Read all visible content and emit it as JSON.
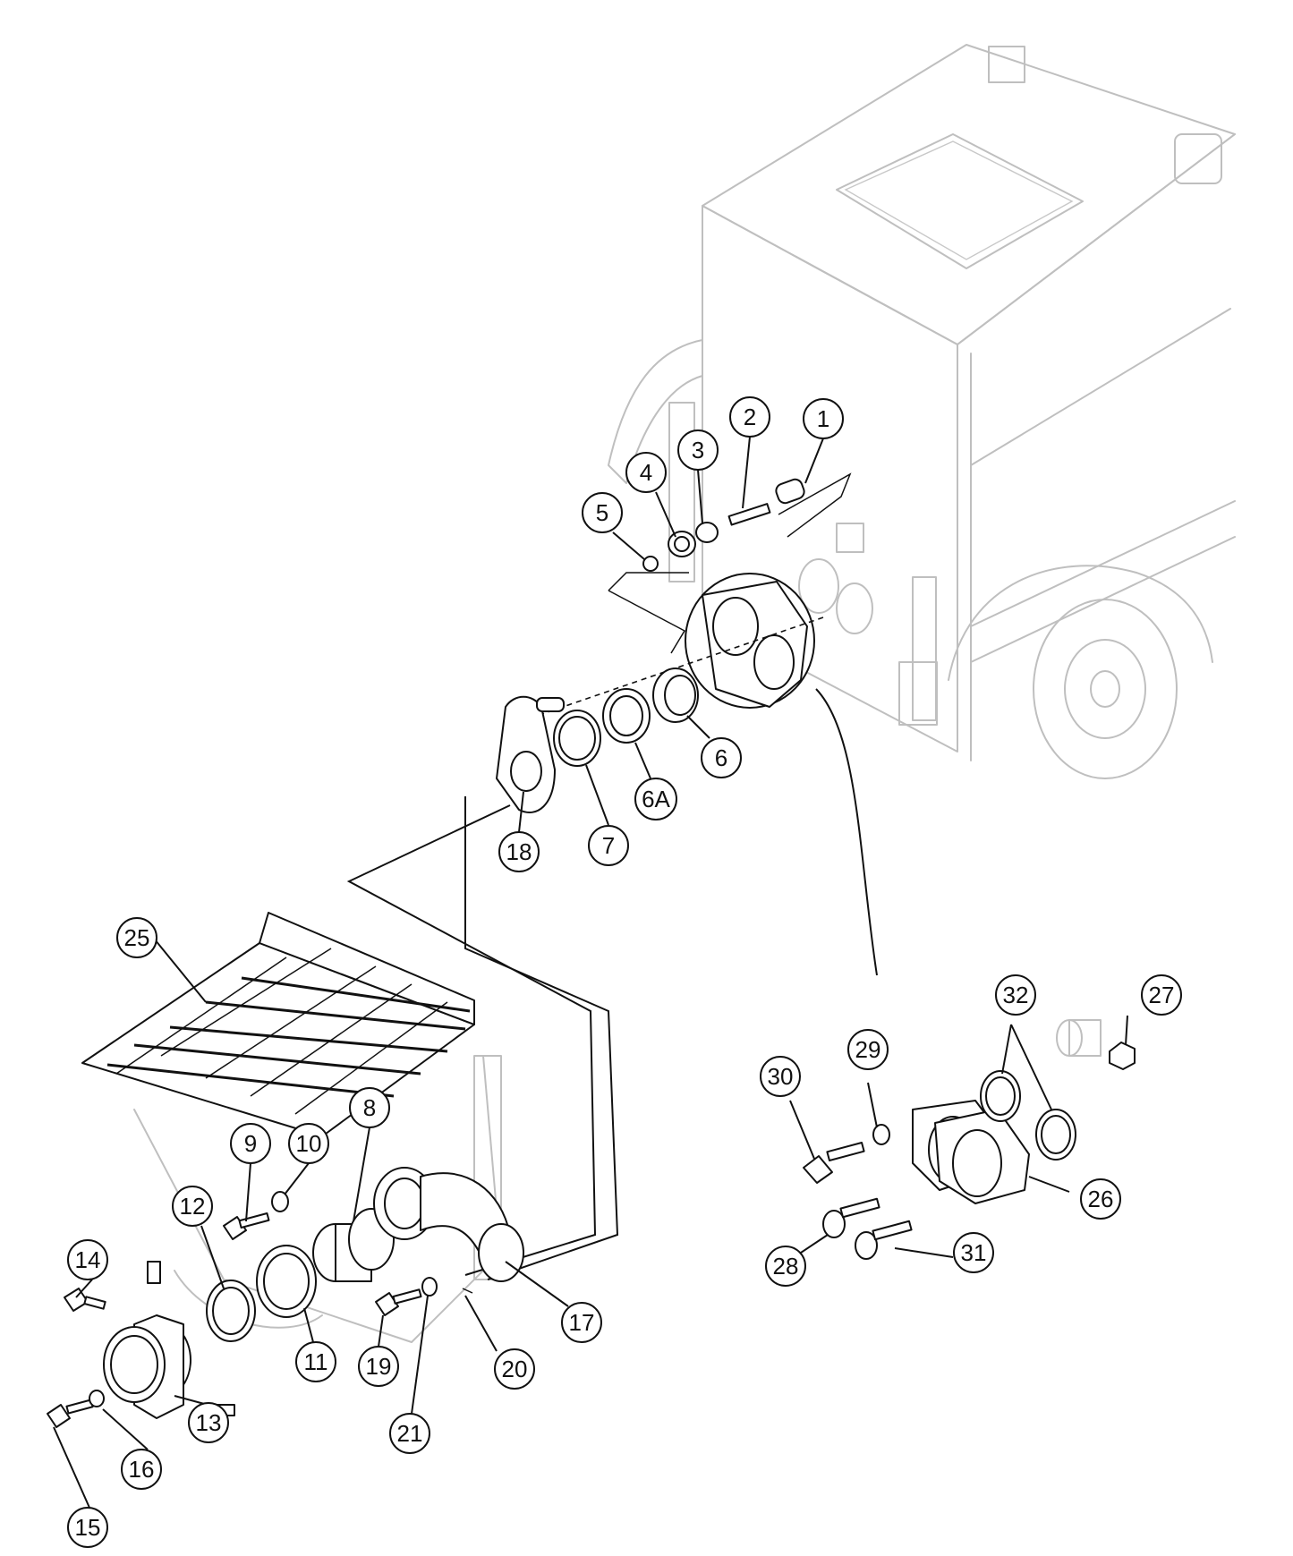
{
  "colors": {
    "line": "#111111",
    "ghost": "#bfbfbf",
    "background": "#ffffff"
  },
  "callouts": [
    {
      "label": "1"
    },
    {
      "label": "2"
    },
    {
      "label": "3"
    },
    {
      "label": "4"
    },
    {
      "label": "5"
    },
    {
      "label": "6"
    },
    {
      "label": "6A"
    },
    {
      "label": "7"
    },
    {
      "label": "8"
    },
    {
      "label": "9"
    },
    {
      "label": "10"
    },
    {
      "label": "11"
    },
    {
      "label": "12"
    },
    {
      "label": "13"
    },
    {
      "label": "14"
    },
    {
      "label": "15"
    },
    {
      "label": "16"
    },
    {
      "label": "17"
    },
    {
      "label": "18"
    },
    {
      "label": "19"
    },
    {
      "label": "20"
    },
    {
      "label": "21"
    },
    {
      "label": "25"
    },
    {
      "label": "26"
    },
    {
      "label": "27"
    },
    {
      "label": "28"
    },
    {
      "label": "29"
    },
    {
      "label": "30"
    },
    {
      "label": "31"
    },
    {
      "label": "32"
    }
  ]
}
